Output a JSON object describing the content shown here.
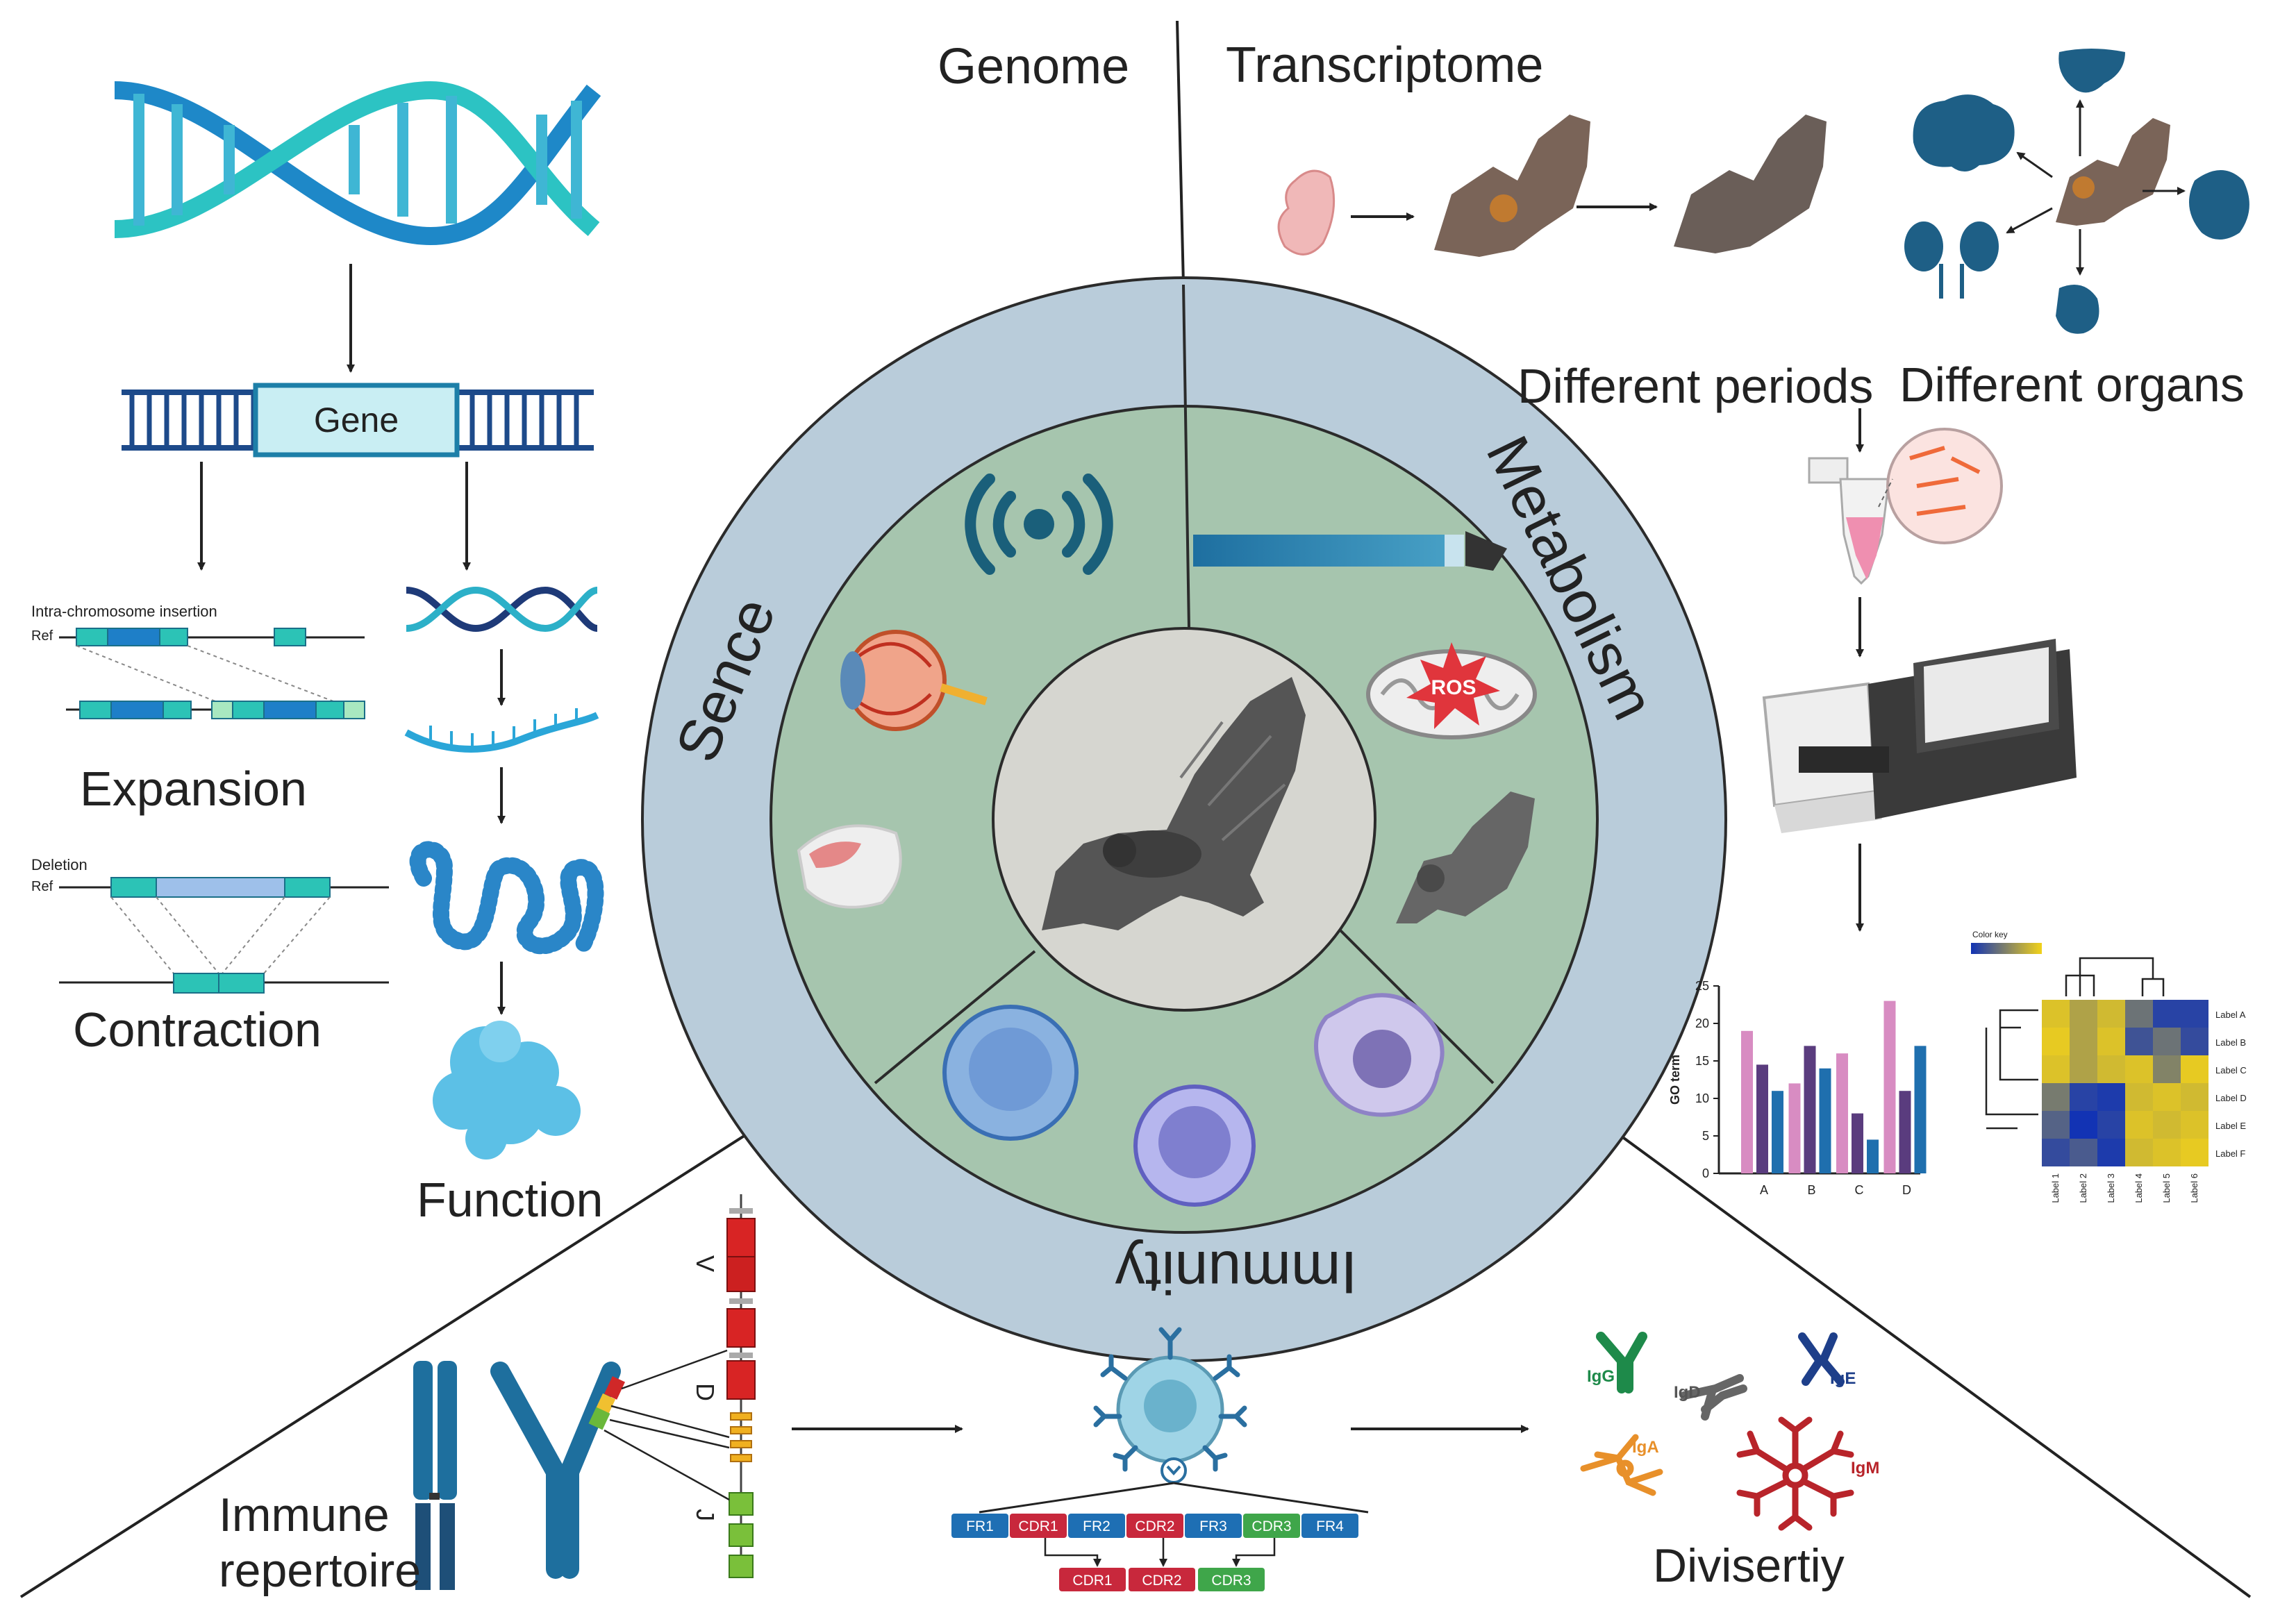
{
  "headers": {
    "genome": "Genome",
    "transcriptome": "Transcriptome"
  },
  "genome": {
    "gene_label": "Gene",
    "insertion_title": "Intra-chromosome insertion",
    "ref_label": "Ref",
    "deletion_title": "Deletion",
    "expansion": "Expansion",
    "contraction": "Contraction",
    "function": "Function"
  },
  "transcriptome": {
    "periods": "Different periods",
    "organs": "Different organs",
    "ros": "ROS"
  },
  "ring": {
    "sence": "Sence",
    "metabolism": "Metabolism",
    "immunity": "Immunity"
  },
  "immune": {
    "repertoire_line1": "Immune",
    "repertoire_line2": "repertoire",
    "segment_v": "V",
    "segment_d": "D",
    "segment_j": "J",
    "regions": [
      "FR1",
      "CDR1",
      "FR2",
      "CDR2",
      "FR3",
      "CDR3",
      "FR4"
    ],
    "cdr_row": [
      "CDR1",
      "CDR2",
      "CDR3"
    ],
    "diversity": "Divisertiy",
    "isotypes": [
      "IgG",
      "IgD",
      "IgE",
      "IgA",
      "IgM"
    ]
  },
  "colors": {
    "outer_ring": "#b9ccda",
    "inner_ring": "#a6c5ae",
    "center": "#d6d6d0",
    "dna_blue": "#1e88c8",
    "dna_teal": "#2cc3c3",
    "cdr_red": "#c8283c",
    "fr_blue": "#1e6fb4",
    "cdr3_green": "#3fa64a"
  },
  "chart_data": [
    {
      "type": "bar",
      "categories": [
        "A",
        "B",
        "C",
        "D"
      ],
      "series": [
        {
          "values": [
            19,
            12,
            16,
            23
          ]
        },
        {
          "values": [
            14.5,
            17,
            8,
            11
          ]
        },
        {
          "values": [
            11,
            14,
            4.5,
            17
          ]
        }
      ],
      "ylabel": "GO term",
      "ylim": [
        0,
        25
      ],
      "yticks": [
        0,
        5,
        10,
        15,
        20,
        25
      ],
      "colors": [
        "#d88cc2",
        "#5a3c7e",
        "#1f6fae"
      ]
    },
    {
      "type": "heatmap",
      "legend_title": "Color key",
      "rows": [
        "Label A",
        "Label B",
        "Label C",
        "Label D",
        "Label E",
        "Label F"
      ],
      "cols": [
        "Label 1",
        "Label 2",
        "Label 3",
        "Label 4",
        "Label 5",
        "Label 6"
      ],
      "values": [
        [
          0.9,
          0.7,
          0.85,
          0.4,
          0.1,
          0.1
        ],
        [
          0.95,
          0.7,
          0.9,
          0.2,
          0.4,
          0.15
        ],
        [
          0.9,
          0.7,
          0.85,
          0.9,
          0.5,
          0.95
        ],
        [
          0.45,
          0.1,
          0.05,
          0.85,
          0.9,
          0.85
        ],
        [
          0.3,
          0.0,
          0.1,
          0.9,
          0.85,
          0.9
        ],
        [
          0.15,
          0.25,
          0.05,
          0.85,
          0.9,
          0.95
        ]
      ]
    }
  ]
}
